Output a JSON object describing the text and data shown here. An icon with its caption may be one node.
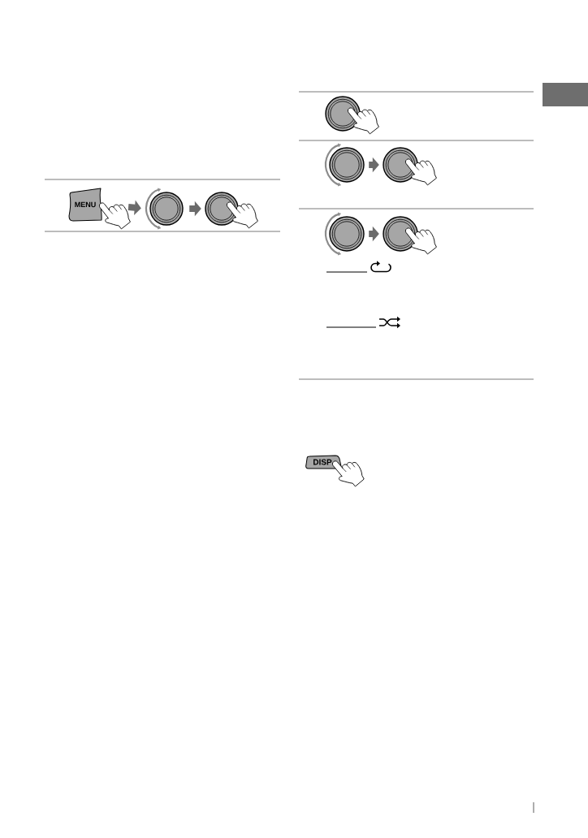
{
  "diagram": {
    "nodes": [
      {
        "text": [
          "MENU"
        ]
      },
      {
        "text": [],
        "shape": "circle"
      },
      {
        "text": [],
        "shape": "circle"
      },
      {
        "text": [],
        "shape": "circle"
      },
      {
        "text": [],
        "shape": "circle"
      },
      {
        "text": [],
        "shape": "circle"
      },
      {
        "text": [],
        "shape": "circle"
      },
      {
        "text": [],
        "shape": "circle"
      },
      {
        "text": [
          "DISP"
        ]
      }
    ],
    "edges": [
      {
        "from": 0,
        "to": 1,
        "arrow": "to"
      },
      {
        "from": 1,
        "to": 2,
        "arrow": "to"
      },
      {
        "from": 4,
        "to": 5,
        "arrow": "to"
      },
      {
        "from": 6,
        "to": 7,
        "arrow": "to"
      }
    ]
  }
}
